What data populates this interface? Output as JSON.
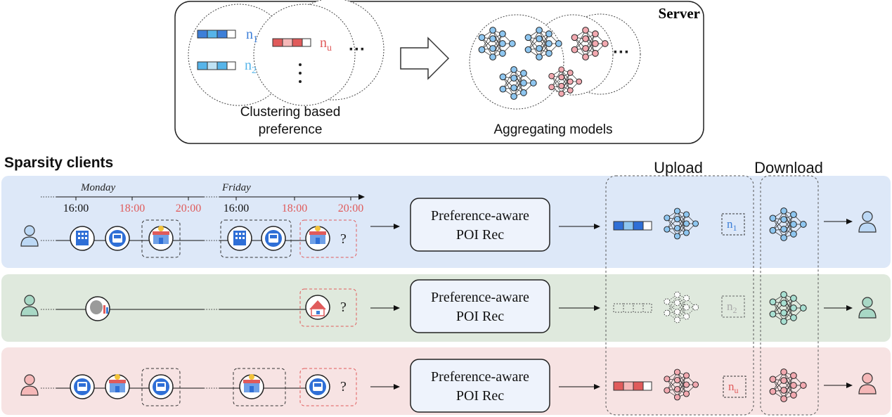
{
  "server": {
    "title": "Server",
    "left_label_line1": "Clustering based",
    "left_label_line2": "preference",
    "right_label": "Aggregating models",
    "n1": "n",
    "n1_sub": "1",
    "n2": "n",
    "n2_sub": "2",
    "nu": "n",
    "nu_sub": "u",
    "ellipsis": "···",
    "vdots": "⋮"
  },
  "section_title": "Sparsity clients",
  "upload_label": "Upload",
  "download_label": "Download",
  "timeline": {
    "day1": "Monday",
    "day2": "Friday",
    "times1": [
      "16:00",
      "18:00",
      "20:00"
    ],
    "times2": [
      "16:00",
      "18:00",
      "20:00"
    ]
  },
  "rows": [
    {
      "model_line1": "Preference-aware",
      "model_line2": "POI Rec",
      "question": "?",
      "n_label": "n",
      "n_sub": "1"
    },
    {
      "model_line1": "Preference-aware",
      "model_line2": "POI Rec",
      "question": "?",
      "n_label": "n",
      "n_sub": "2"
    },
    {
      "model_line1": "Preference-aware",
      "model_line2": "POI Rec",
      "question": "?",
      "n_label": "n",
      "n_sub": "u"
    }
  ],
  "colors": {
    "blue": "#3d7fd8",
    "light_blue": "#56b4e9",
    "red": "#e05b5b",
    "green_bg": "#dfe9dd",
    "blue_bg": "#dde8f8",
    "pink_bg": "#f7e3e3"
  }
}
